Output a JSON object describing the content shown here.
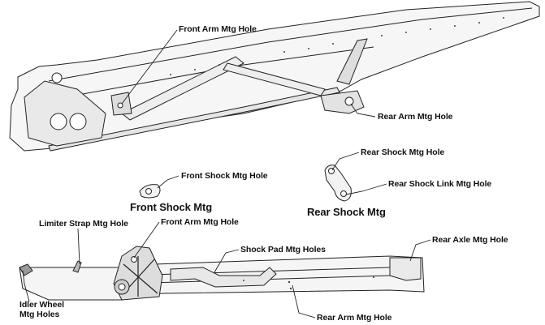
{
  "labels": {
    "front_arm_top": "Front Arm Mtg Hole",
    "rear_arm_top": "Rear Arm Mtg Hole",
    "rear_shock_hole": "Rear Shock Mtg Hole",
    "rear_shock_link_hole": "Rear Shock Link Mtg Hole",
    "front_shock_hole": "Front Shock Mtg Hole",
    "front_shock_title": "Front Shock Mtg",
    "rear_shock_title": "Rear Shock Mtg",
    "limiter_strap_hole": "Limiter Strap Mtg Hole",
    "front_arm_bottom": "Front Arm Mtg Hole",
    "shock_pad_holes": "Shock Pad Mtg Holes",
    "rear_axle_hole": "Rear Axle Mtg Hole",
    "idler_wheel_line1": "Idler Wheel",
    "idler_wheel_line2": "Mtg Holes",
    "rear_arm_bottom": "Rear Arm Mtg Hole"
  },
  "colors": {
    "line": "#222222",
    "fill_light": "#f4f4f4",
    "fill_mid": "#cfcfcf",
    "fill_dark": "#555555"
  }
}
